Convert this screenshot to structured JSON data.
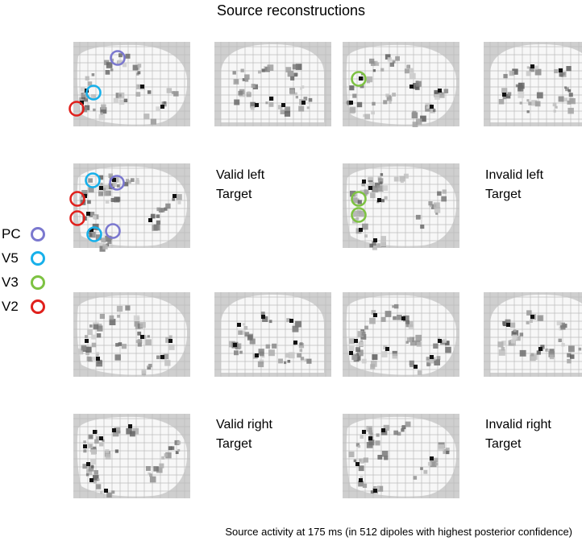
{
  "title": "Source reconstructions",
  "footer": "Source activity at 175 ms (in 512 dipoles with highest posterior confidence)",
  "colors": {
    "PC": "#7b78cf",
    "V5": "#17b0ea",
    "V3": "#7dc242",
    "V2": "#e0201c"
  },
  "legend": [
    {
      "label": "PC",
      "region": "PC"
    },
    {
      "label": "V5",
      "region": "V5"
    },
    {
      "label": "V3",
      "region": "V3"
    },
    {
      "label": "V2",
      "region": "V2"
    }
  ],
  "conditions": {
    "valid_left": {
      "line1": "Valid left",
      "line2": "Target"
    },
    "invalid_left": {
      "line1": "Invalid left",
      "line2": "Target"
    },
    "valid_right": {
      "line1": "Valid right",
      "line2": "Target"
    },
    "invalid_right": {
      "line1": "Invalid right",
      "line2": "Target"
    }
  },
  "panels": [
    {
      "name": "valid-left-sagittal",
      "view": "sagittal",
      "markers": [
        "PC",
        "V5",
        "V2"
      ]
    },
    {
      "name": "valid-left-coronal",
      "view": "coronal",
      "markers": []
    },
    {
      "name": "invalid-left-sagittal",
      "view": "sagittal",
      "markers": [
        "V3"
      ]
    },
    {
      "name": "invalid-left-coronal",
      "view": "coronal",
      "markers": []
    },
    {
      "name": "valid-left-axial",
      "view": "axial",
      "markers": [
        "V5",
        "PC",
        "V2",
        "V2",
        "V5",
        "PC"
      ]
    },
    {
      "name": "invalid-left-axial",
      "view": "axial",
      "markers": [
        "V3",
        "V3"
      ]
    },
    {
      "name": "valid-right-sagittal",
      "view": "sagittal",
      "markers": []
    },
    {
      "name": "valid-right-coronal",
      "view": "coronal",
      "markers": []
    },
    {
      "name": "invalid-right-sagittal",
      "view": "sagittal",
      "markers": []
    },
    {
      "name": "invalid-right-coronal",
      "view": "coronal",
      "markers": []
    },
    {
      "name": "valid-right-axial",
      "view": "axial",
      "markers": []
    },
    {
      "name": "invalid-right-axial",
      "view": "axial",
      "markers": []
    }
  ]
}
